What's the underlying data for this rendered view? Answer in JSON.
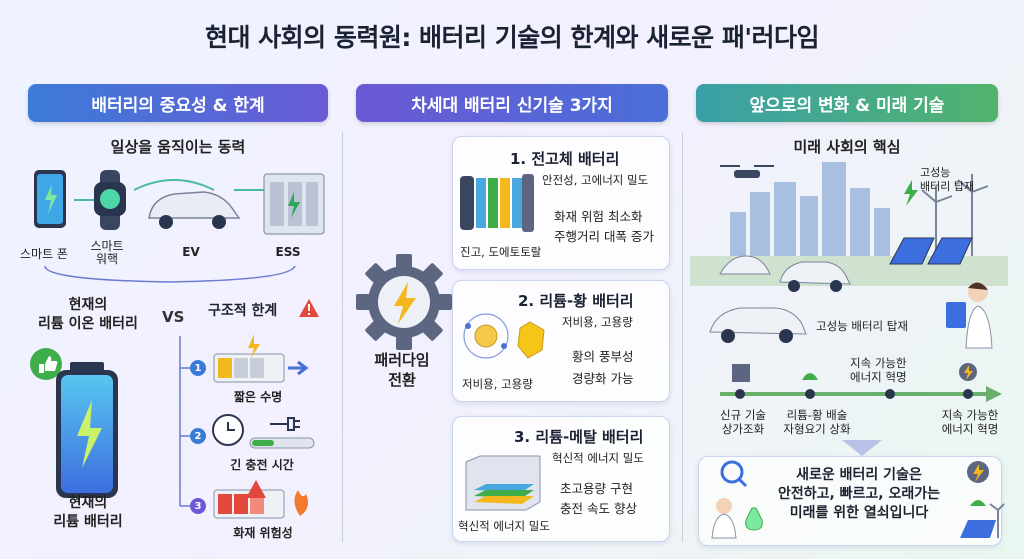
{
  "title": "현대 사회의 동력원: 배터리 기술의 한계와 새로운 패'러다임",
  "columns": {
    "left": {
      "heading": "배터리의 중요성 & 한계",
      "subheading": "일상을 움직이는 동력",
      "devices": [
        "스마트 폰",
        "스마트\n워핵",
        "EV",
        "ESS"
      ],
      "current_battery": "현재의\n리튬 이온 배터리",
      "vs": "VS",
      "limits_title": "구조적 한계",
      "limits": [
        {
          "num": "1",
          "label": "짧은 수명"
        },
        {
          "num": "2",
          "label": "긴 충전 시간"
        },
        {
          "num": "3",
          "label": "화재 위험성"
        }
      ],
      "battery_caption": "현재의\n리튬 배터리"
    },
    "middle": {
      "heading": "차세대 배터리 신기술 3가지",
      "paradigm": "패러다임\n전환",
      "cards": [
        {
          "title": "1. 전고체 배터리",
          "line1": "안전성, 고에너지 밀도",
          "line2": "화재 위험 최소화",
          "line3": "주행거리 대폭 증가",
          "caption": "진고, 도에토토랄"
        },
        {
          "title": "2. 리튬-황 배터리",
          "line1": "저비용, 고용량",
          "line2": "황의 풍부성",
          "line3": "경량화 가능",
          "caption": "저비용, 고용량"
        },
        {
          "title": "3. 리튬-메탈 배터리",
          "line1": "혁신적 에너지 밀도",
          "line2": "초고용량 구현",
          "line3": "충전 속도 향상",
          "caption": "혁신적 에너지 밀도"
        }
      ]
    },
    "right": {
      "heading": "앞으로의 변화 & 미래 기술",
      "subheading": "미래 사회의 핵심",
      "high_perf_1": "고성능\n배터리 탑재",
      "high_perf_2": "고성능 배터리 탑재",
      "timeline": [
        {
          "top": "",
          "bottom": "신규 기술\n상가조화"
        },
        {
          "top": "",
          "bottom": "리튬-황 배술\n자형요기 상화"
        },
        {
          "top": "지속 가능한\n에너지 혁명",
          "bottom": ""
        },
        {
          "top": "",
          "bottom": "지속 가능한\n에너지 혁명"
        }
      ],
      "conclusion": "새로운 배터리 기술은\n안전하고, 빠르고, 오래가는\n미래를 위한 열쇠입니다"
    }
  },
  "colors": {
    "accent_blue": "#3b7bd8",
    "accent_purple": "#6b58d4",
    "accent_green": "#52b36c",
    "bolt": "#f5b81c",
    "danger": "#e2483c"
  }
}
